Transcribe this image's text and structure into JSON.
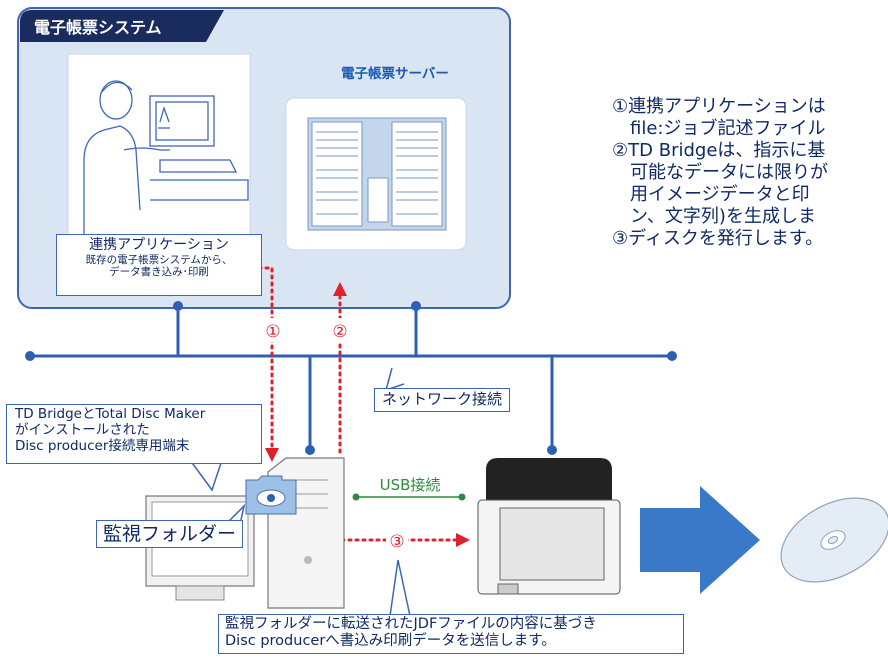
{
  "system": {
    "title": "電子帳票システム",
    "server_label": "電子帳票サーバー"
  },
  "app_callout": {
    "title": "連携アプリケーション",
    "line1": "既存の電子帳票システムから、",
    "line2": "データ書き込み･印刷"
  },
  "steps": [
    "①連携アプリケーションは",
    "　file:ジョブ記述ファイル",
    "②TD Bridgeは、指示に基",
    "　可能なデータには限りが",
    "　用イメージデータと印",
    "　ン、文字列)を生成しま",
    "③ディスクを発行します。"
  ],
  "markers": {
    "m1": "①",
    "m2": "②",
    "m3": "③"
  },
  "network_label": "ネットワーク接続",
  "terminal_callout": {
    "line1": "TD BridgeとTotal Disc Maker",
    "line2": "がインストールされた",
    "line3": "Disc producer接続専用端末"
  },
  "watch_folder_label": "監視フォルダー",
  "usb_label": "USB接続",
  "bottom_callout": {
    "line1": "監視フォルダーに転送されたJDFファイルの内容に基づき",
    "line2": "Disc producerへ書込み印刷データを送信します。"
  },
  "colors": {
    "system_bg": "#d9e5f3",
    "border_blue": "#3f66b6",
    "network_blue": "#2f5fb3",
    "dark_navy": "#1a2b5e",
    "arrow_red": "#e0202a",
    "usb_green": "#2e8b3e",
    "big_arrow": "#3a78c8",
    "server_bg": "#c4d6ec"
  }
}
